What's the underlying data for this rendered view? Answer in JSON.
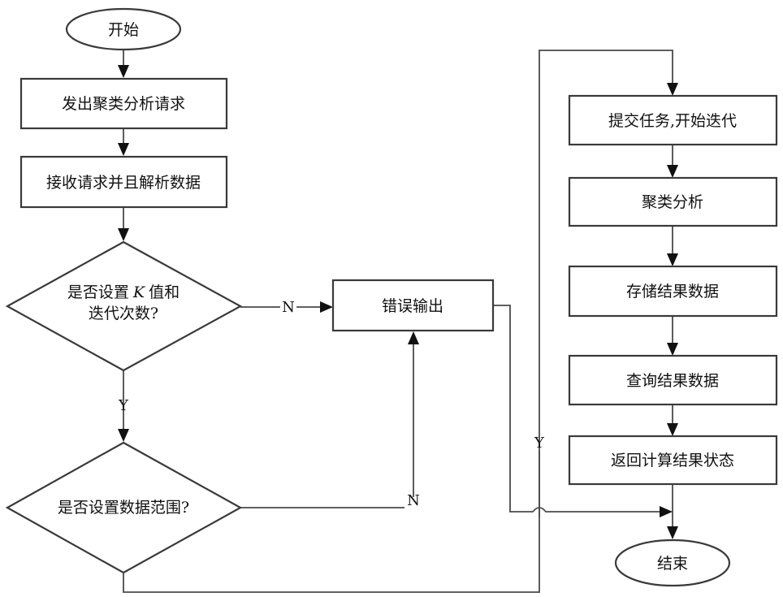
{
  "nodes": {
    "start": "开始",
    "send_request": "发出聚类分析请求",
    "receive_parse": "接收请求并且解析数据",
    "check_k_line1": "是否设置",
    "check_k_var": "K",
    "check_k_line1b": "值和",
    "check_k_line2": "迭代次数?",
    "check_range": "是否设置数据范围?",
    "error_output": "错误输出",
    "submit_task": "提交任务,开始迭代",
    "clustering": "聚类分析",
    "store_results": "存储结果数据",
    "query_results": "查询结果数据",
    "return_status": "返回计算结果状态",
    "end": "结束"
  },
  "edge_labels": {
    "k_no": "N",
    "k_yes": "Y",
    "range_no": "N",
    "range_yes": "Y"
  }
}
